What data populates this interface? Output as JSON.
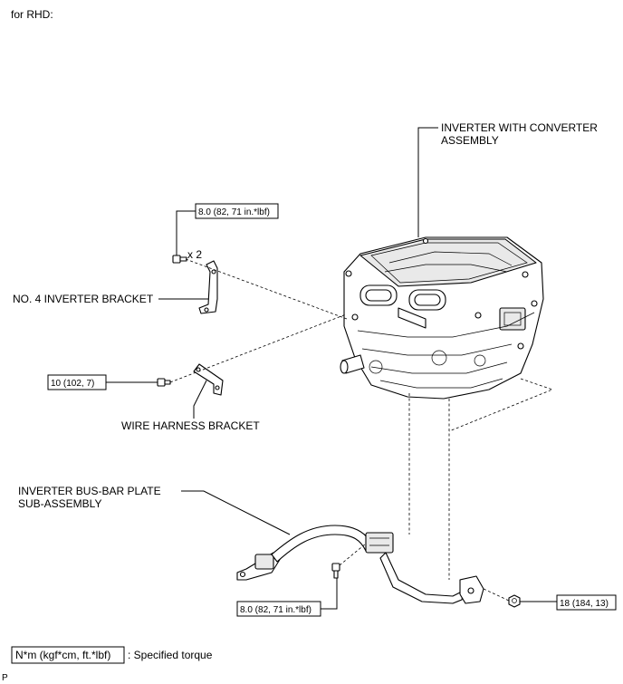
{
  "header": {
    "variant_label": "for RHD:"
  },
  "labels": {
    "inverter_assembly_line1": "INVERTER WITH CONVERTER",
    "inverter_assembly_line2": "ASSEMBLY",
    "no4_bracket": "NO. 4 INVERTER BRACKET",
    "wire_harness_bracket": "WIRE HARNESS BRACKET",
    "busbar_line1": "INVERTER BUS-BAR PLATE",
    "busbar_line2": "SUB-ASSEMBLY",
    "quantity": "x 2"
  },
  "torque_specs": {
    "bracket_bolts": "8.0 (82, 71 in.*lbf)",
    "harness_bolt": "10 (102, 7)",
    "busbar_bolt": "8.0 (82, 71 in.*lbf)",
    "nut": "18 (184, 13)"
  },
  "legend": {
    "unit_box": "N*m (kgf*cm, ft.*lbf)",
    "description": ": Specified torque"
  },
  "footer": {
    "figure_code": "P"
  }
}
